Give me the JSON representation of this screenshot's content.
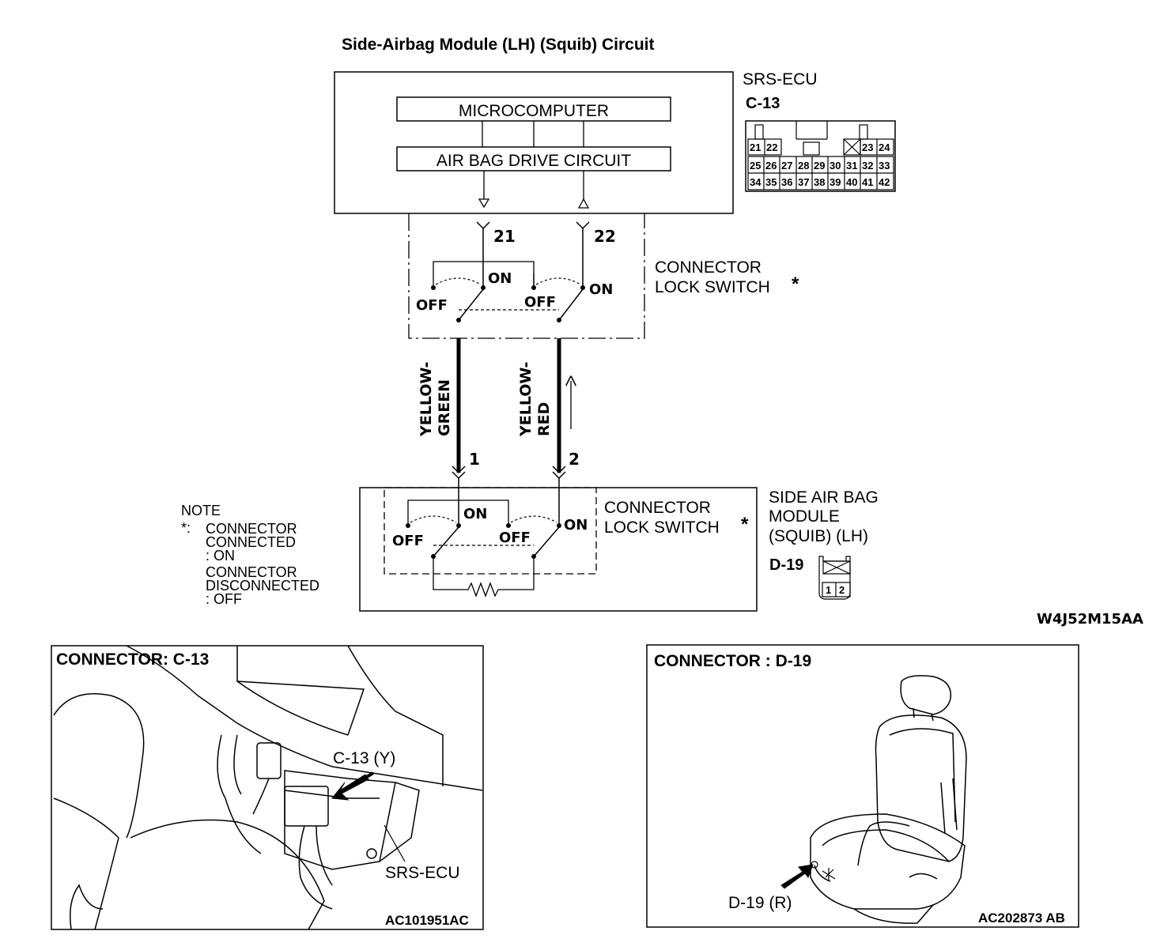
{
  "title": "Side-Airbag Module (LH) (Squib) Circuit",
  "srs_ecu": {
    "name": "SRS-ECU",
    "connector": "C-13",
    "micro_label": "MICROCOMPUTER",
    "drive_label": "AIR BAG DRIVE CIRCUIT",
    "pin_a": "21",
    "pin_b": "22",
    "connector_pins": {
      "row1": [
        "21",
        "22",
        "23",
        "24"
      ],
      "row2": [
        "25",
        "26",
        "27",
        "28",
        "29",
        "30",
        "31",
        "32",
        "33"
      ],
      "row3": [
        "34",
        "35",
        "36",
        "37",
        "38",
        "39",
        "40",
        "41",
        "42"
      ]
    }
  },
  "switch": {
    "label_line1": "CONNECTOR",
    "label_line2": "LOCK SWITCH",
    "asterisk": "*",
    "on": "ON",
    "off": "OFF"
  },
  "wires": {
    "left_line1": "YELLOW-",
    "left_line2": "GREEN",
    "right_line1": "YELLOW-",
    "right_line2": "RED",
    "pin_left": "1",
    "pin_right": "2"
  },
  "module": {
    "line1": "SIDE AIR BAG",
    "line2": "MODULE",
    "line3": "(SQUIB) (LH)",
    "connector": "D-19",
    "pins": [
      "1",
      "2"
    ]
  },
  "note": {
    "heading": "NOTE",
    "mark": "*:",
    "line1": "CONNECTOR",
    "line2": "CONNECTED",
    "line3": ": ON",
    "line4": "CONNECTOR",
    "line5": "DISCONNECTED",
    "line6": ": OFF"
  },
  "diagram_code": "W4J52M15AA",
  "panel_left": {
    "heading": "CONNECTOR: C-13",
    "callout": "C-13 (Y)",
    "ecu_label": "SRS-ECU",
    "code": "AC101951AC"
  },
  "panel_right": {
    "heading": "CONNECTOR : D-19",
    "callout": "D-19 (R)",
    "code": "AC202873 AB"
  }
}
